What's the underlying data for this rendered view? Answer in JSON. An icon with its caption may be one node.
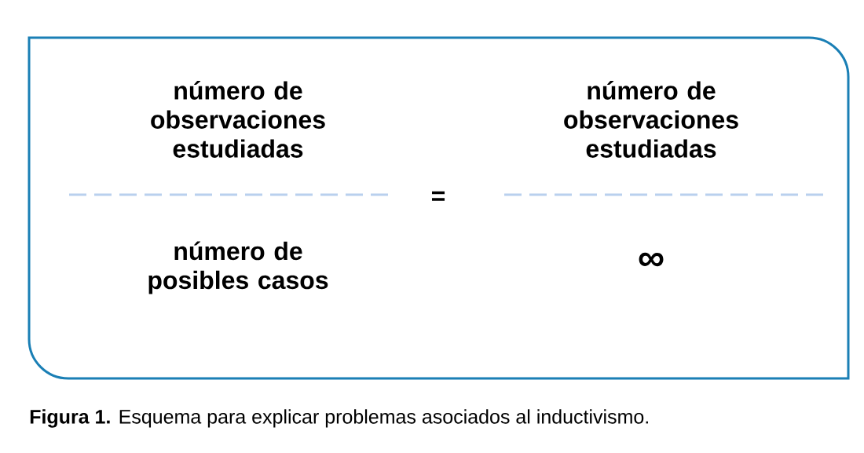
{
  "diagram": {
    "caption": "**Figura 1.** Esquema para explicar problemas asociados al inductivismo.",
    "labels": [
      "número de observaciones estudiadas",
      "número de observaciones estudiadas",
      "=",
      "número de posibles casos",
      "∞"
    ]
  }
}
